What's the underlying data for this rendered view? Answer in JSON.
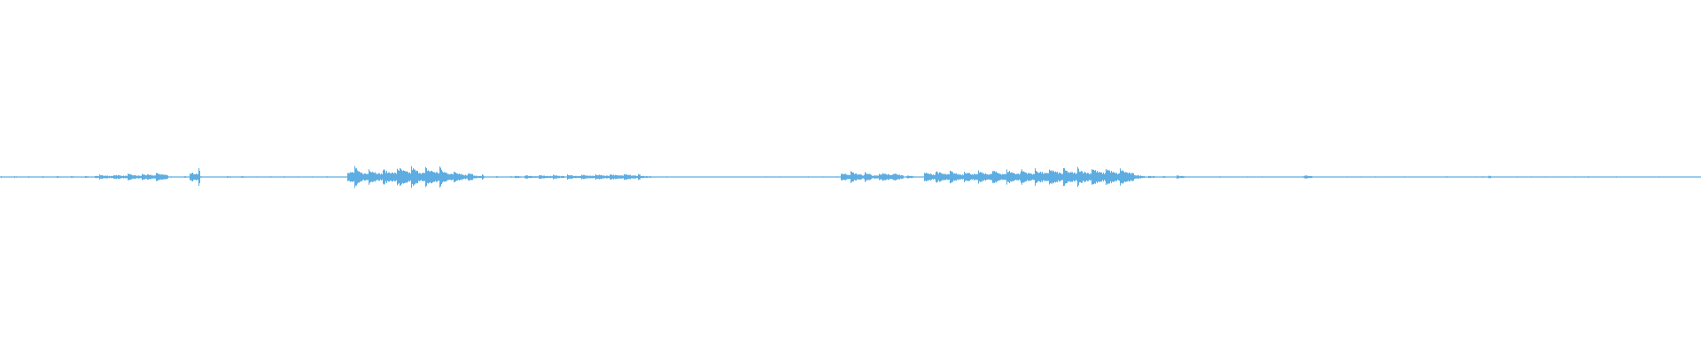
{
  "waveform": {
    "color": "#5dade2",
    "peak_envelope": [
      0.005,
      0.005,
      0.005,
      0.005,
      0.005,
      0.005,
      0.005,
      0.005,
      0.005,
      0.015,
      0.015,
      0.018,
      0.02,
      0.02,
      0.025,
      0.03,
      0.005,
      0.005,
      0.05,
      0.005,
      0.005,
      0.005,
      0.005,
      0.005,
      0.005,
      0.005,
      0.004,
      0.004,
      0.004,
      0.004,
      0.004,
      0.004,
      0.004,
      0.07,
      0.05,
      0.055,
      0.05,
      0.06,
      0.07,
      0.065,
      0.06,
      0.07,
      0.05,
      0.04,
      0.03,
      0.015,
      0.005,
      0.005,
      0.005,
      0.01,
      0.012,
      0.012,
      0.015,
      0.012,
      0.015,
      0.015,
      0.018,
      0.02,
      0.02,
      0.025,
      0.02,
      0.01,
      0.004,
      0.004,
      0.004,
      0.004,
      0.004,
      0.004,
      0.004,
      0.004,
      0.004,
      0.004,
      0.004,
      0.004,
      0.004,
      0.004,
      0.004,
      0.004,
      0.004,
      0.004,
      0.04,
      0.035,
      0.03,
      0.02,
      0.035,
      0.025,
      0.01,
      0.003,
      0.04,
      0.04,
      0.04,
      0.038,
      0.04,
      0.04,
      0.045,
      0.045,
      0.05,
      0.05,
      0.05,
      0.055,
      0.06,
      0.055,
      0.06,
      0.06,
      0.06,
      0.06,
      0.055,
      0.055,
      0.015,
      0.008,
      0.006,
      0.004,
      0.01,
      0.004,
      0.004,
      0.004,
      0.004,
      0.004,
      0.004,
      0.004,
      0.004,
      0.004,
      0.004,
      0.004,
      0.01,
      0.004,
      0.004,
      0.004,
      0.004,
      0.004,
      0.004,
      0.004,
      0.004,
      0.004,
      0.004,
      0.004,
      0.004,
      0.004,
      0.004,
      0.004,
      0.004,
      0.008,
      0.004,
      0.004,
      0.004,
      0.004,
      0.004,
      0.004,
      0.004,
      0.004,
      0.004,
      0.004,
      0.004,
      0.004,
      0.004,
      0.004,
      0.004,
      0.004,
      0.004,
      0.004,
      0.004,
      0.004
    ]
  }
}
